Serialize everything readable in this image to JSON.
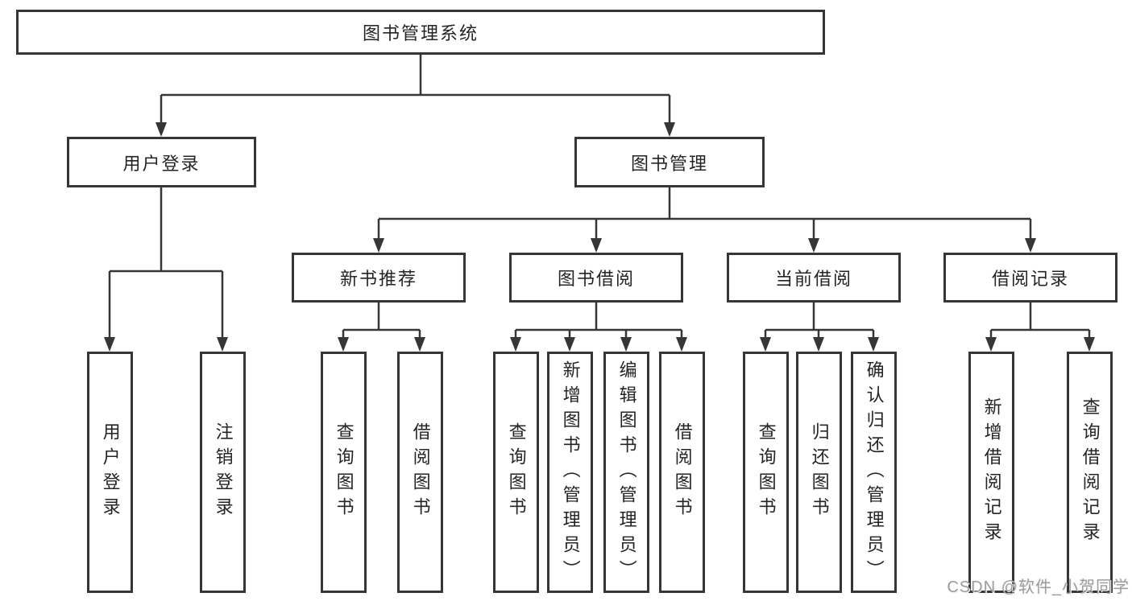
{
  "tree": {
    "label": "图书管理系统",
    "children": [
      {
        "label": "用户登录",
        "children": [
          {
            "label": "用户登录"
          },
          {
            "label": "注销登录"
          }
        ]
      },
      {
        "label": "图书管理",
        "children": [
          {
            "label": "新书推荐",
            "children": [
              {
                "label": "查询图书"
              },
              {
                "label": "借阅图书"
              }
            ]
          },
          {
            "label": "图书借阅",
            "children": [
              {
                "label": "查询图书"
              },
              {
                "label": "新增图书（管理员）"
              },
              {
                "label": "编辑图书（管理员）"
              },
              {
                "label": "借阅图书"
              }
            ]
          },
          {
            "label": "当前借阅",
            "children": [
              {
                "label": "查询图书"
              },
              {
                "label": "归还图书"
              },
              {
                "label": "确认归还（管理员）"
              }
            ]
          },
          {
            "label": "借阅记录",
            "children": [
              {
                "label": "新增借阅记录"
              },
              {
                "label": "查询借阅记录"
              }
            ]
          }
        ]
      }
    ]
  },
  "watermark": "CSDN @软件_小贺同学",
  "colors": {
    "line": "#363636",
    "box_border": "#363636",
    "text": "#242424",
    "watermark": "#9c9c9c",
    "background": "#ffffff"
  }
}
